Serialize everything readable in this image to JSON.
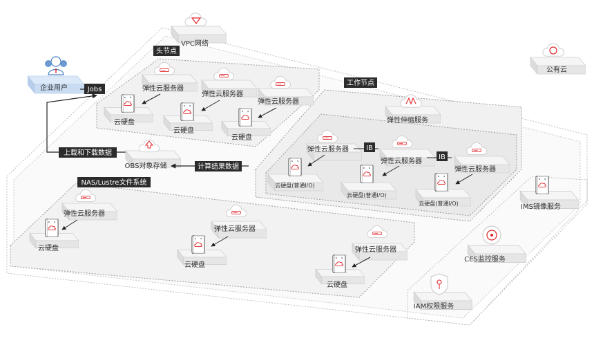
{
  "colors": {
    "accent": "#e0262b",
    "tag_bg": "#2b2b2b",
    "box_top": "#f7f7f7",
    "box_side": "#e3e3e3"
  },
  "regions": {
    "public_cloud": "公有云",
    "head_node": "头节点",
    "work_node": "工作节点",
    "nas": "NAS/Lustre文件系统"
  },
  "services": {
    "vpc": "VPC网络",
    "enterprise_user": "企业用户",
    "obs": "OBS对象存储",
    "autoscaling": "弹性伸缩服务",
    "ims": "IMS镜像服务",
    "ces": "CES监控服务",
    "iam": "IAM权限服务"
  },
  "flows": {
    "jobs": "Jobs",
    "upload_download": "上载和下载数据",
    "compute_results": "计算结果数据",
    "ib": "IB"
  },
  "nodes": {
    "ecs": "弹性云服务器",
    "evs": "云硬盘",
    "evs_common": "云硬盘(普通I/O)"
  },
  "icons": [
    "cloud-icon",
    "server-icon",
    "disk-icon",
    "user-icon",
    "upload-icon",
    "scaling-icon",
    "vpc-icon",
    "monitor-icon",
    "key-icon",
    "public-cloud-icon"
  ]
}
